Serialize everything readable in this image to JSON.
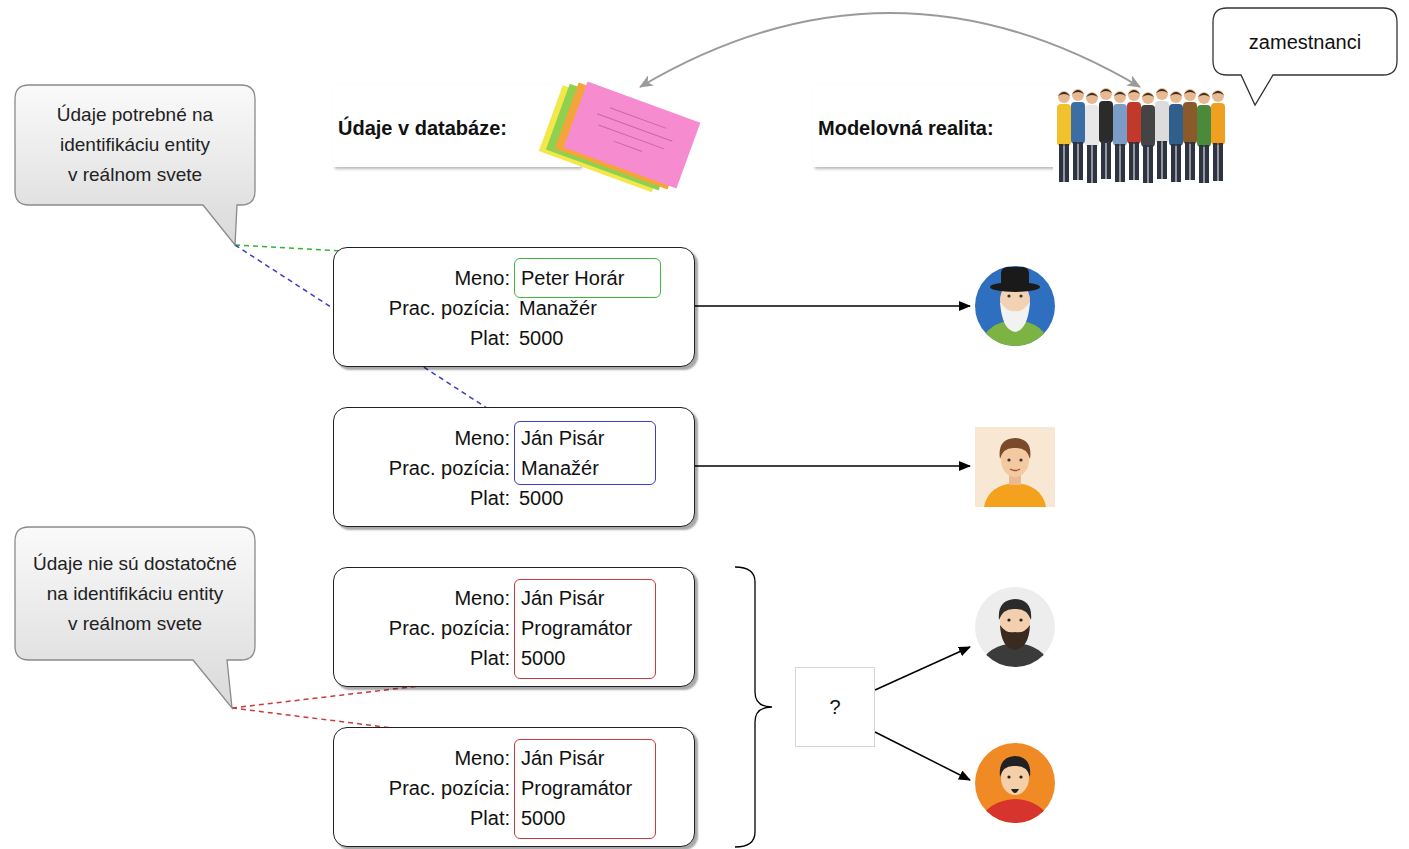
{
  "diagram": {
    "nodes": [
      {
        "text": [
          "Údaje v databáze:"
        ]
      },
      {
        "text": [
          "Modelovná realita:"
        ]
      },
      {
        "text": [
          "zamestnanci"
        ]
      },
      {
        "text": [
          "Údaje potrebné na identifikáciu entity v reálnom svete"
        ]
      },
      {
        "text": [
          "Meno:",
          "Prac. pozícia:",
          "Manažér",
          "Plat:",
          "5000"
        ]
      },
      {
        "text": [
          "Peter Horár"
        ],
        "in": 4
      },
      {
        "text": [
          "Meno:",
          "Prac. pozícia:",
          "Plat:",
          "5000"
        ]
      },
      {
        "text": [
          "Ján Pisár",
          "Manažér"
        ],
        "in": 6
      },
      {
        "text": [
          "Údaje nie sú dostatočné na identifikáciu entity v reálnom svete"
        ]
      },
      {
        "text": [
          "Meno:",
          "Prac. pozícia:",
          "Plat:"
        ]
      },
      {
        "text": [
          "Ján Pisár",
          "Programátor",
          "5000"
        ],
        "in": 9
      },
      {
        "text": [
          "Meno:",
          "Prac. pozícia:",
          "Plat:"
        ]
      },
      {
        "text": [
          "Ján Pisár",
          "Programátor",
          "5000"
        ],
        "in": 11
      },
      {
        "text": [
          "?"
        ]
      }
    ],
    "edges": [
      {
        "from": 0,
        "to": 1,
        "arrow": "both"
      },
      {
        "from": 3,
        "to": 5,
        "arrow": "none"
      },
      {
        "from": 3,
        "to": 7,
        "arrow": "none"
      },
      {
        "from": 8,
        "to": 10,
        "arrow": "none"
      },
      {
        "from": 8,
        "to": 12,
        "arrow": "none"
      }
    ]
  }
}
